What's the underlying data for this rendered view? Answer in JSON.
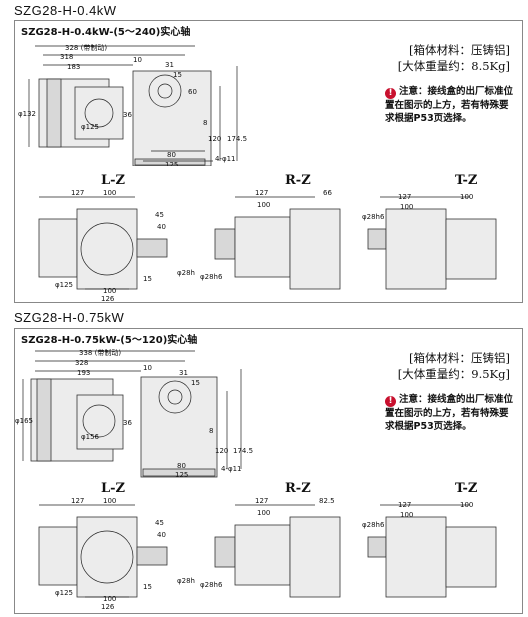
{
  "sections": [
    {
      "title": "SZG28-H-0.4kW",
      "subtitle": "SZG28-H-0.4kW-(5～240)实心轴",
      "spec_material": "[箱体材料：压铸铝]",
      "spec_weight": "[大体重量约：8.5Kg]",
      "note": "注意：接线盒的出厂标准位置在图示的上方，若有特殊要求根据P53页选择。",
      "main_dims": {
        "d328": "328 (带制动)",
        "d318": "318",
        "d183": "183",
        "d10": "10",
        "d31": "31",
        "d15": "15",
        "d60": "60",
        "phi132": "φ132",
        "phi125": "φ125",
        "d36": "36",
        "d8": "8",
        "d120": "120",
        "d1745": "174.5",
        "d80": "80",
        "d125": "125",
        "d4phi11": "4-φ11"
      },
      "views": {
        "lz": {
          "label": "L-Z",
          "d127": "127",
          "d100": "100",
          "d45": "45",
          "d40": "40",
          "phi28": "φ28h6",
          "phi125": "φ125",
          "d15": "15",
          "d100b": "100",
          "d126": "126"
        },
        "rz": {
          "label": "R-Z",
          "d127": "127",
          "d100": "100",
          "d66": "66",
          "phi28": "φ28h6"
        },
        "tz": {
          "label": "T-Z",
          "phi28": "φ28h6",
          "d127": "127",
          "d100a": "100",
          "d100b": "100"
        }
      }
    },
    {
      "title": "SZG28-H-0.75kW",
      "subtitle": "SZG28-H-0.75kW-(5～120)实心轴",
      "spec_material": "[箱体材料：压铸铝]",
      "spec_weight": "[大体重量约：9.5Kg]",
      "note": "注意：接线盒的出厂标准位置在图示的上方，若有特殊要求根据P53页选择。",
      "main_dims": {
        "d338": "338 (带制动)",
        "d328": "328",
        "d193": "193",
        "d10": "10",
        "d31": "31",
        "d15": "15",
        "phi165": "φ165",
        "phi156": "φ156",
        "d36": "36",
        "d8": "8",
        "d120": "120",
        "d1745": "174.5",
        "d80": "80",
        "d125": "125",
        "d4phi11": "4-φ11"
      },
      "views": {
        "lz": {
          "label": "L-Z",
          "d127": "127",
          "d100": "100",
          "d45": "45",
          "d40": "40",
          "phi28": "φ28h6",
          "phi125": "φ125",
          "d15": "15",
          "d100b": "100",
          "d126": "126"
        },
        "rz": {
          "label": "R-Z",
          "d127": "127",
          "d100": "100",
          "d825": "82.5",
          "phi28": "φ28h6"
        },
        "tz": {
          "label": "T-Z",
          "phi28": "φ28h6",
          "d127": "127",
          "d100a": "100",
          "d100b": "100"
        }
      }
    }
  ]
}
